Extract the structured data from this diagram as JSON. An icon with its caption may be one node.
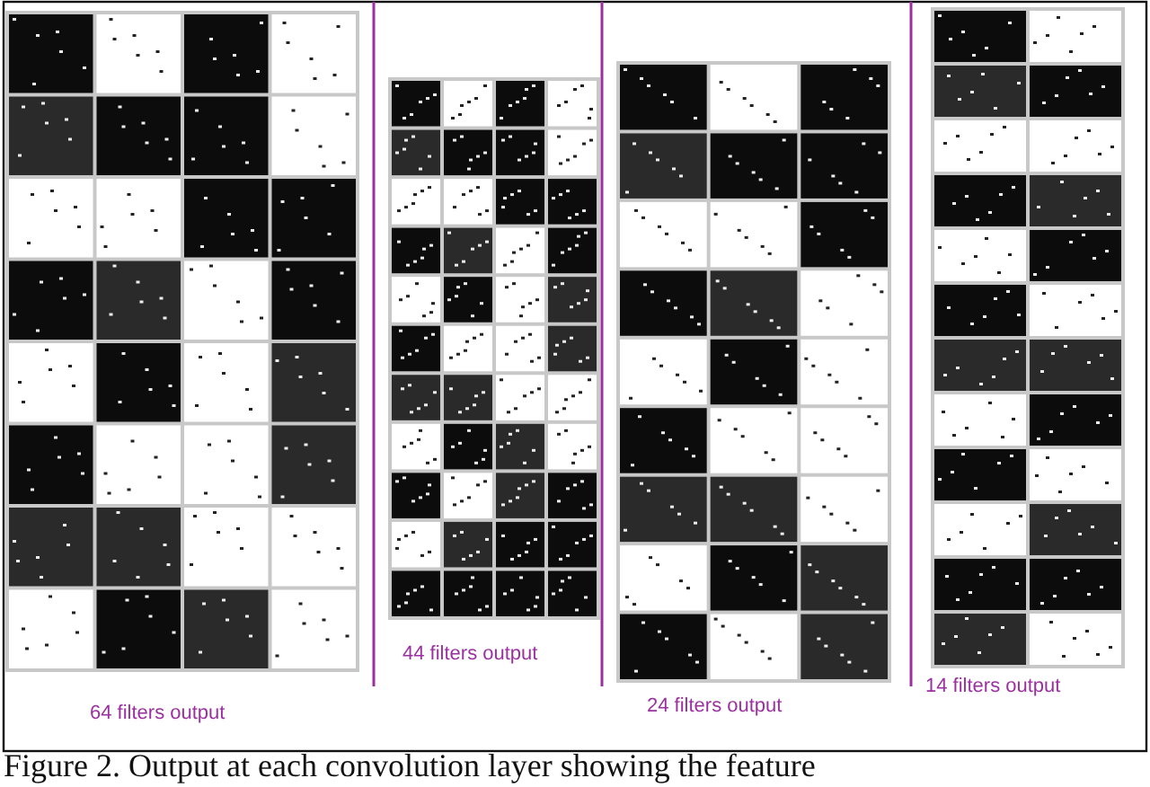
{
  "diagram": {
    "caption": "Figure 2. Output at each convolution layer showing the feature",
    "labels": [
      "64 filters output",
      "44 filters output",
      "24 filters output",
      "14 filters output"
    ]
  }
}
